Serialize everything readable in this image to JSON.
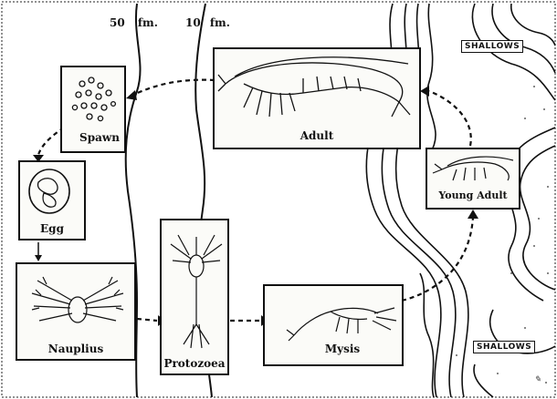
{
  "depth_labels": {
    "fathoms_50": "50",
    "fm_a": "fm.",
    "fathoms_10": "10",
    "fm_b": "fm."
  },
  "shallows": {
    "top": "SHALLOWS",
    "bottom": "SHALLOWS"
  },
  "stages": {
    "spawn": "Spawn",
    "egg": "Egg",
    "nauplius": "Nauplius",
    "protozoea": "Protozoea",
    "mysis": "Mysis",
    "young_adult": "Young Adult",
    "adult": "Adult"
  },
  "colors": {
    "ink": "#111111",
    "paper": "#ffffff",
    "box_fill": "#fbfbf8"
  },
  "icons": [
    "spawn-cluster",
    "egg-drawing",
    "nauplius-drawing",
    "protozoea-drawing",
    "mysis-drawing",
    "young-adult-shrimp",
    "adult-shrimp"
  ]
}
